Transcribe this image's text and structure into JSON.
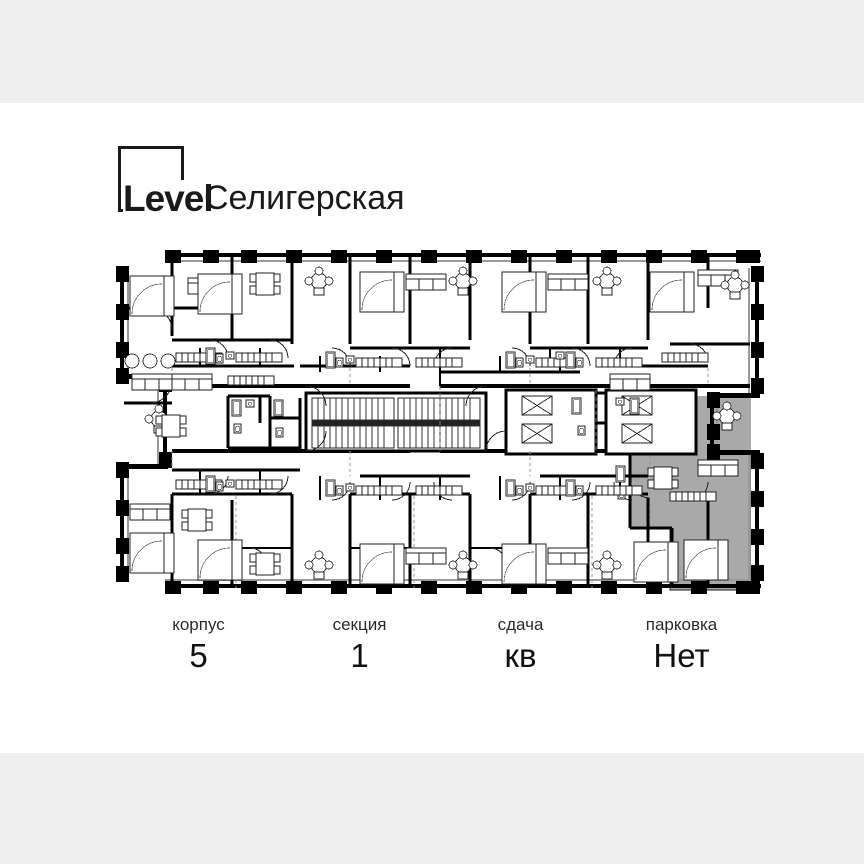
{
  "brand": {
    "logo_word": "Level",
    "name": "Селигерская",
    "logo_icon": "square-outline-logo"
  },
  "stats": [
    {
      "label": "корпус",
      "value": "5",
      "name": "building"
    },
    {
      "label": "секция",
      "value": "1",
      "name": "section"
    },
    {
      "label": "сдача",
      "value": "кв",
      "name": "completion"
    },
    {
      "label": "парковка",
      "value": "Нет",
      "name": "parking"
    }
  ],
  "colors": {
    "page_band": "#eeeeee",
    "sheet": "#ffffff",
    "ink": "#1a1a1a",
    "wall": "#000000",
    "highlight_unit": "#a9a9a9",
    "thin_line": "#2b2b2b"
  },
  "floorplan": {
    "title": "residential-floor-plan",
    "description": "Typical floor plan, section 1, building 5",
    "highlighted_unit": {
      "label": "selected-apartment",
      "fill": "#a9a9a9",
      "position": "right side, lower half"
    },
    "core": {
      "stair": "central staircase with straight flights",
      "elevators": 4,
      "elevator_symbol": "crossed-rectangle"
    },
    "legend_symbols": [
      "bed",
      "sofa",
      "dining-table-with-chairs",
      "armchair",
      "kitchen-counter",
      "sink",
      "toilet",
      "bathtub",
      "shower",
      "washing-machine",
      "wardrobe",
      "door-swing-arc",
      "window-segment",
      "structural-column"
    ]
  }
}
